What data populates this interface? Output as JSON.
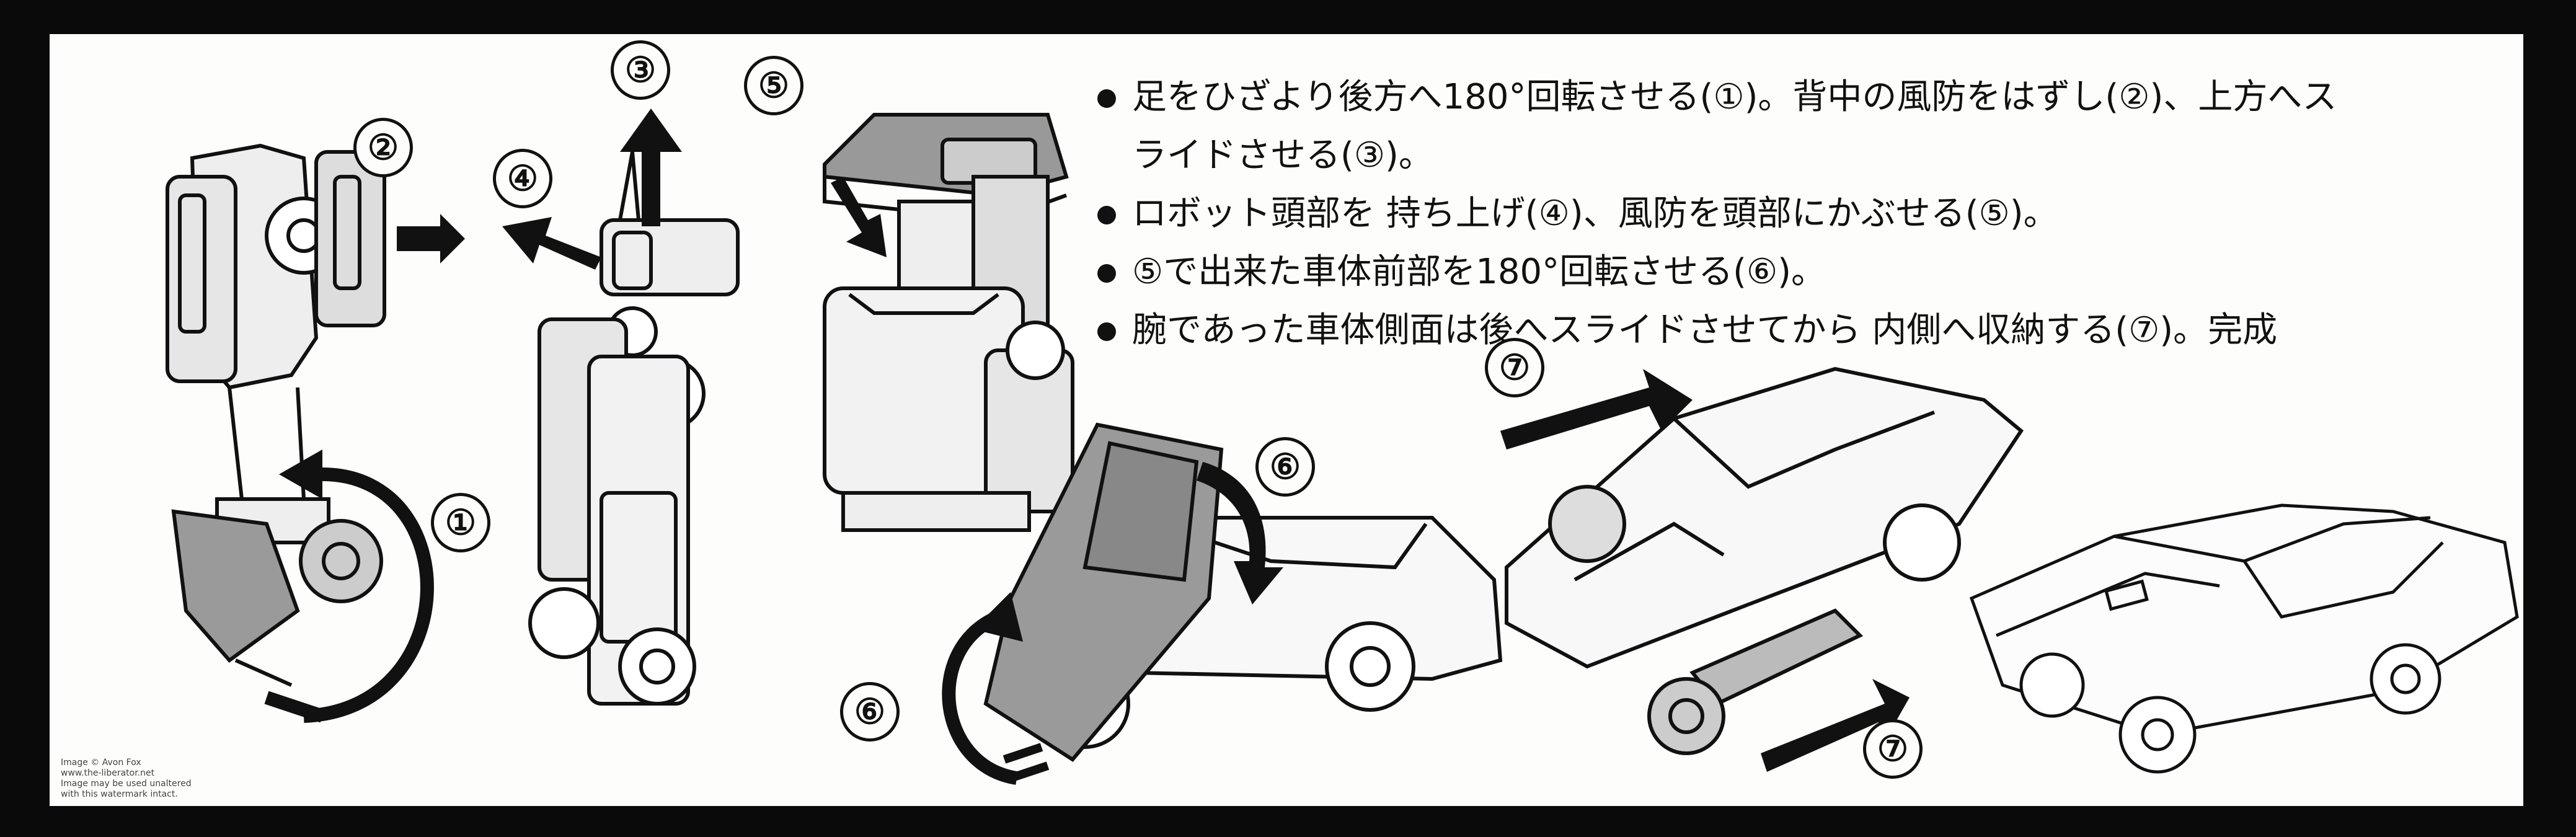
{
  "instructions": [
    "足をひざより後方へ180°回転させる(①)。背中の風防をはずし(②)、上方へスライドさせる(③)。",
    "ロボット頭部を 持ち上げ(④)、風防を頭部にかぶせる(⑤)。",
    "⑤で出来た車体前部を180°回転させる(⑥)。",
    "腕であった車体側面は後へスライドさせてから 内側へ収納する(⑦)。完成"
  ],
  "instruction_first_line_wrap": [
    "足をひざより後方へ180°回転させる(①)。背中の風防をはずし(②)、上方へス",
    "ライドさせる(③)。"
  ],
  "step_numbers": {
    "s1": "①",
    "s2": "②",
    "s3": "③",
    "s4": "④",
    "s5": "⑤",
    "s6a": "⑥",
    "s6b": "⑥",
    "s7a": "⑦",
    "s7b": "⑦"
  },
  "credit": {
    "line1": "Image © Avon Fox",
    "line2": "www.the-liberator.net",
    "line3": "Image may be used unaltered",
    "line4": "with this watermark intact."
  },
  "colors": {
    "sheet": "#fdfdfb",
    "border": "#0a0a0a",
    "ink": "#111111"
  }
}
